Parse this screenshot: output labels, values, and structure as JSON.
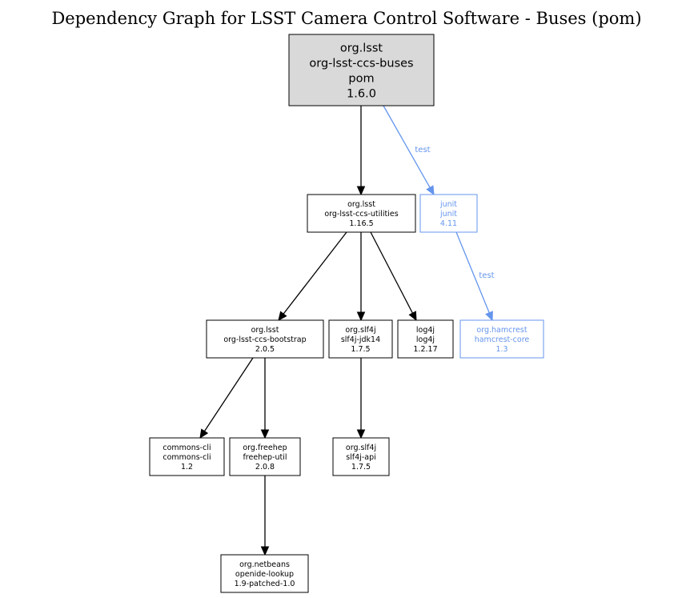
{
  "title": "Dependency Graph for LSST Camera Control Software - Buses (pom)",
  "colors": {
    "root_fill": "#d9d9d9",
    "normal": "#000000",
    "test": "#6495ed",
    "background": "#ffffff"
  },
  "nodes": [
    {
      "id": "root",
      "lines": [
        "org.lsst",
        "org-lsst-ccs-buses",
        "pom",
        "1.6.0"
      ]
    },
    {
      "id": "utilities",
      "lines": [
        "org.lsst",
        "org-lsst-ccs-utilities",
        "1.16.5"
      ]
    },
    {
      "id": "junit",
      "lines": [
        "junit",
        "junit",
        "4.11"
      ]
    },
    {
      "id": "bootstrap",
      "lines": [
        "org.lsst",
        "org-lsst-ccs-bootstrap",
        "2.0.5"
      ]
    },
    {
      "id": "slf4j-jdk14",
      "lines": [
        "org.slf4j",
        "slf4j-jdk14",
        "1.7.5"
      ]
    },
    {
      "id": "log4j",
      "lines": [
        "log4j",
        "log4j",
        "1.2.17"
      ]
    },
    {
      "id": "hamcrest",
      "lines": [
        "org.hamcrest",
        "hamcrest-core",
        "1.3"
      ]
    },
    {
      "id": "commons-cli",
      "lines": [
        "commons-cli",
        "commons-cli",
        "1.2"
      ]
    },
    {
      "id": "freehep",
      "lines": [
        "org.freehep",
        "freehep-util",
        "2.0.8"
      ]
    },
    {
      "id": "slf4j-api",
      "lines": [
        "org.slf4j",
        "slf4j-api",
        "1.7.5"
      ]
    },
    {
      "id": "openide",
      "lines": [
        "org.netbeans",
        "openide-lookup",
        "1.9-patched-1.0"
      ]
    }
  ],
  "edges": [
    {
      "from": "root",
      "to": "utilities",
      "label": ""
    },
    {
      "from": "root",
      "to": "junit",
      "label": "test"
    },
    {
      "from": "utilities",
      "to": "bootstrap",
      "label": ""
    },
    {
      "from": "utilities",
      "to": "slf4j-jdk14",
      "label": ""
    },
    {
      "from": "utilities",
      "to": "log4j",
      "label": ""
    },
    {
      "from": "junit",
      "to": "hamcrest",
      "label": "test"
    },
    {
      "from": "bootstrap",
      "to": "commons-cli",
      "label": ""
    },
    {
      "from": "bootstrap",
      "to": "freehep",
      "label": ""
    },
    {
      "from": "slf4j-jdk14",
      "to": "slf4j-api",
      "label": ""
    },
    {
      "from": "freehep",
      "to": "openide",
      "label": ""
    }
  ]
}
